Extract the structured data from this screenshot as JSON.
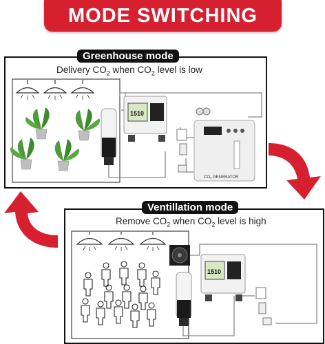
{
  "banner": {
    "title": "MODE SWITCHING"
  },
  "greenhouse": {
    "label": "Greenhouse mode",
    "caption": {
      "prefix": "Delivery CO",
      "sub1": "2",
      "middle": " when CO",
      "sub2": "2",
      "suffix": " level is low"
    },
    "generator_label": "CO₂ GENERATOR",
    "controller_reading": "1510"
  },
  "ventilation": {
    "label": "Ventillation mode",
    "caption": {
      "prefix": "Remove CO",
      "sub1": "2",
      "middle": " when CO",
      "sub2": "2",
      "suffix": " level is high"
    },
    "controller_reading": "1510"
  },
  "colors": {
    "accent": "#d62030",
    "ink": "#111111",
    "device": "#f2f2f2"
  }
}
